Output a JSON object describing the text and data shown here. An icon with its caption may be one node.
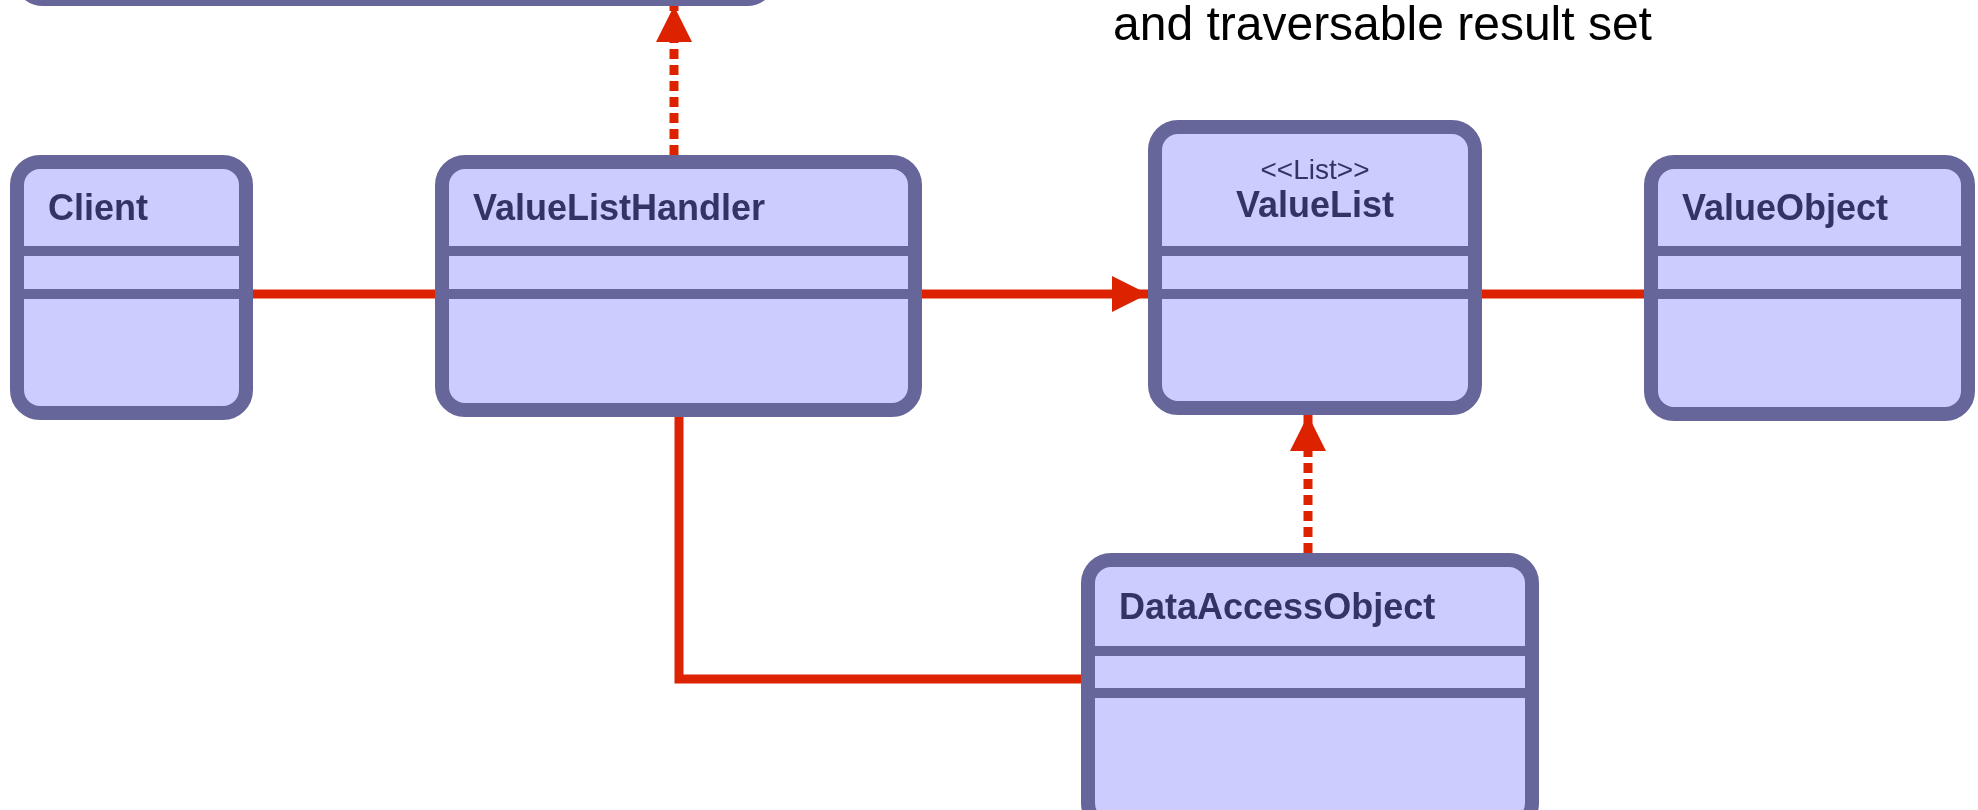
{
  "diagram": {
    "nodes": [
      {
        "text": [],
        "shape": "box"
      },
      {
        "text": [
          "Client"
        ]
      },
      {
        "text": [
          "ValueListHandler"
        ]
      },
      {
        "text": [
          "<<List>>",
          "ValueList"
        ]
      },
      {
        "text": [
          "ValueObject"
        ]
      },
      {
        "text": [
          "DataAccessObject"
        ]
      }
    ],
    "edges": [
      {
        "from": 2,
        "to": 0,
        "arrow": "to",
        "style": "dashed"
      },
      {
        "from": 1,
        "to": 2,
        "arrow": "none"
      },
      {
        "from": 2,
        "to": 3,
        "arrow": "to"
      },
      {
        "from": 3,
        "to": 4,
        "arrow": "none"
      },
      {
        "from": 5,
        "to": 3,
        "arrow": "to",
        "style": "dashed"
      },
      {
        "from": 2,
        "to": 5,
        "arrow": "none"
      }
    ],
    "labels": [
      "and traversable result set"
    ]
  }
}
